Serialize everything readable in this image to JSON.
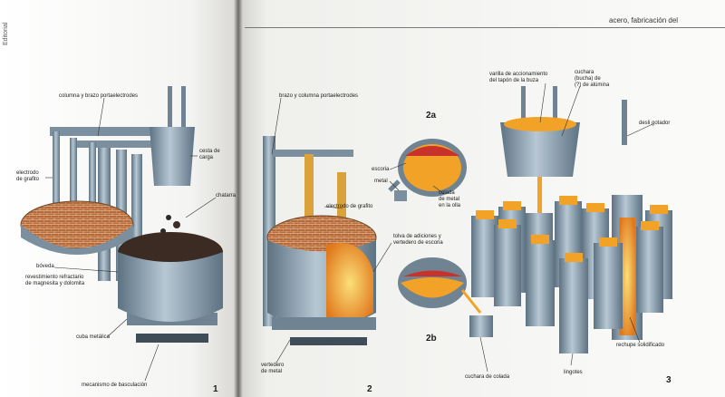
{
  "header": {
    "running_title": "acero, fabricación del",
    "side_label": "Editorial"
  },
  "figures": {
    "fig1": {
      "number": "1",
      "labels": {
        "columna": "columna y brazo portaelectrodes",
        "electrodo": "electrodo\nde grafito",
        "cesta": "cesta de\ncarga",
        "chatarra": "chatarra",
        "boveda": "bóveda",
        "revestimiento": "revestimiento refractario\nde magnesita y dolomita",
        "cuba": "cuba metálica",
        "mecanismo": "mecanismo de basculación"
      }
    },
    "fig2": {
      "number": "2",
      "labels": {
        "brazo": "brazo y columna portaelectrodes",
        "electrodo": "electrodo de grafito",
        "vertedero": "vertedero\nde metal",
        "tolva": "tolva de adiciones y\nvertedero de escoria"
      }
    },
    "fig2a": {
      "number": "2a",
      "labels": {
        "escoria": "escoria",
        "metal": "metal",
        "colada": "colada\nde metal\nen la olla"
      }
    },
    "fig2b": {
      "number": "2b",
      "labels": {
        "cuchara": "cuchara de colada"
      }
    },
    "fig3": {
      "number": "3",
      "labels": {
        "varilla": "varilla de accionamiento\ndel tapón de la buza",
        "cuchara": "cuchara\n(bucha) de\n(?) de alúmina",
        "gotero": "desli gotador",
        "lingotes": "lingotes",
        "rechupe": "rechupe solidificado"
      }
    }
  },
  "colors": {
    "steel": "#8fa4b3",
    "steel_dark": "#5d7282",
    "molten": "#f2a227",
    "molten_hot": "#fbe07a",
    "brick": "#b86a3a",
    "slag": "#c9322a"
  }
}
